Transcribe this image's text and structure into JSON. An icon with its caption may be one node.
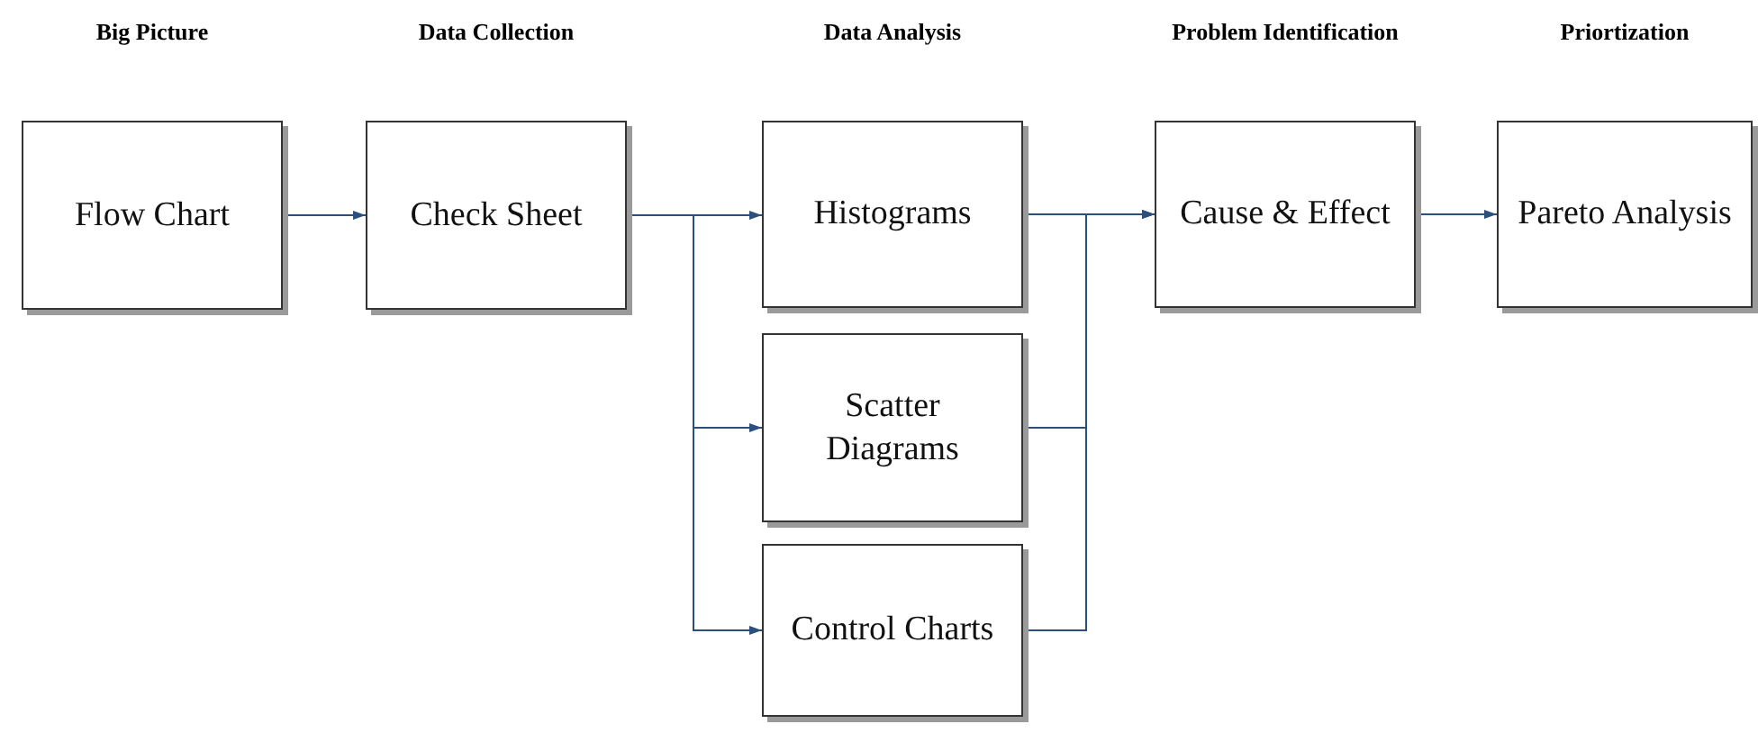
{
  "diagram": {
    "nodes": [
      {
        "text": [
          "Big Picture",
          "Flow Chart"
        ]
      },
      {
        "text": [
          "Data Collection",
          "Check Sheet"
        ]
      },
      {
        "text": [
          "Data Analysis",
          "Histograms"
        ]
      },
      {
        "text": [
          "Scatter Diagrams"
        ]
      },
      {
        "text": [
          "Control Charts"
        ]
      },
      {
        "text": [
          "Problem Identification",
          "Cause & Effect"
        ]
      },
      {
        "text": [
          "Priortization",
          "Pareto Analysis"
        ]
      }
    ],
    "edges": [
      {
        "from": 0,
        "to": 1,
        "arrow": "to"
      },
      {
        "from": 1,
        "to": 2,
        "arrow": "to"
      },
      {
        "from": 1,
        "to": 3,
        "arrow": "to"
      },
      {
        "from": 1,
        "to": 4,
        "arrow": "to"
      },
      {
        "from": 2,
        "to": 5,
        "arrow": "to"
      },
      {
        "from": 3,
        "to": 5,
        "arrow": "to"
      },
      {
        "from": 4,
        "to": 5,
        "arrow": "to"
      },
      {
        "from": 5,
        "to": 6,
        "arrow": "to"
      }
    ]
  }
}
